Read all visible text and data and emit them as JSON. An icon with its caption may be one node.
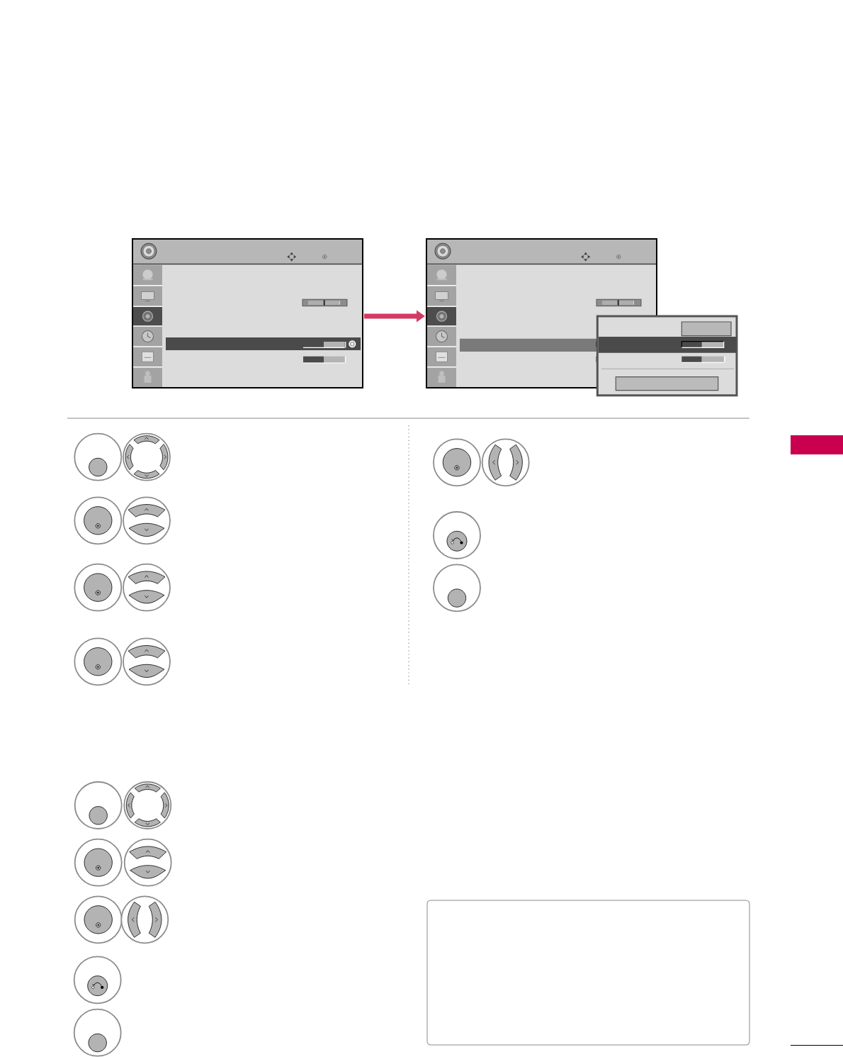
{
  "diagram": {
    "nodes": [
      {
        "text": [],
        "shape": "picture"
      },
      {
        "text": [],
        "shape": "picture"
      },
      {
        "text": [],
        "shape": "box"
      },
      {
        "text": [],
        "shape": "box"
      }
    ],
    "edges": [
      {
        "from": 0,
        "to": 1,
        "arrow": "to"
      }
    ]
  }
}
